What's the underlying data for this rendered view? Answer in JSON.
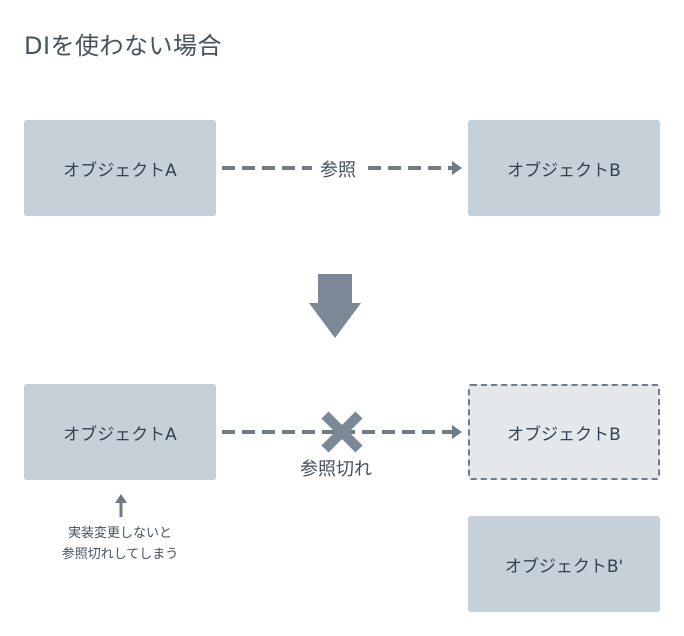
{
  "title": "DIを使わない場合",
  "top": {
    "box_a": "オブジェクトA",
    "box_b": "オブジェクトB",
    "arrow_label": "参照"
  },
  "bottom": {
    "box_a": "オブジェクトA",
    "box_b": "オブジェクトB",
    "box_b_prime": "オブジェクトB'",
    "broken_label": "参照切れ",
    "note_lines": [
      "実装変更しないと",
      "参照切れしてしまう"
    ]
  },
  "colors": {
    "box_fill": "#c5d0d9",
    "ghost_box_fill": "#e4e8eb",
    "arrow": "#6f7c88",
    "big_arrow": "#7d8896",
    "text": "#34424f"
  }
}
